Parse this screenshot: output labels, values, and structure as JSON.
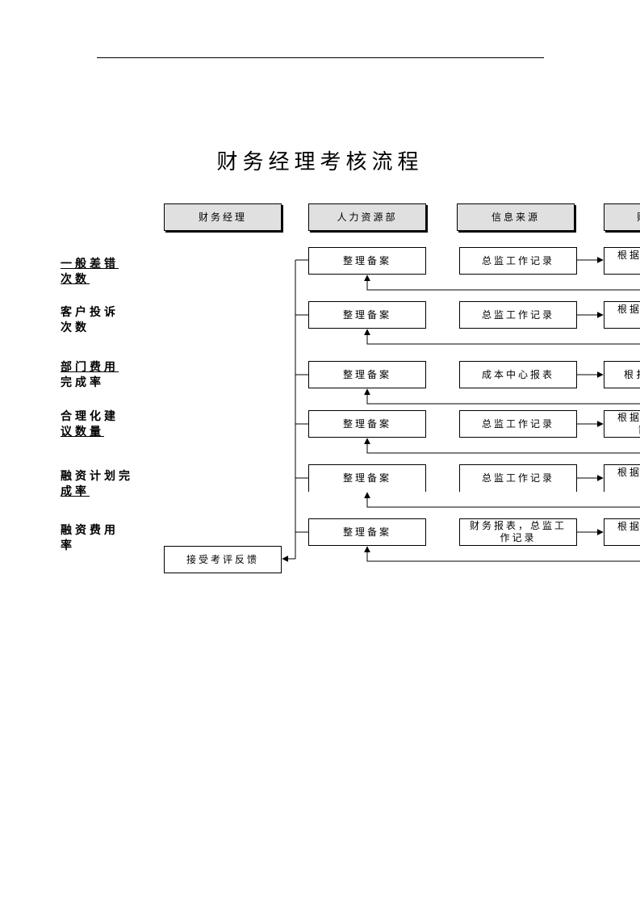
{
  "title": "财务经理考核流程",
  "headers": [
    "财务经理",
    "人力资源部",
    "信息来源",
    "财"
  ],
  "rows": [
    {
      "label_lines": [
        "一般差错",
        "次数"
      ],
      "underlined": true,
      "task": "整理备案",
      "source": "总监工作记录",
      "next": "根据"
    },
    {
      "label_lines": [
        "客户投诉",
        "次数"
      ],
      "underlined": false,
      "task": "整理备案",
      "source": "总监工作记录",
      "next": "根据"
    },
    {
      "label_lines": [
        "部门费用",
        "完成率"
      ],
      "underlined": false,
      "first_line_underlined": true,
      "task": "整理备案",
      "source": "成本中心报表",
      "next": "根扌"
    },
    {
      "label_lines": [
        "合理化建",
        "议数量"
      ],
      "underlined": true,
      "task": "整理备案",
      "source": "总监工作记录",
      "next": "根据"
    },
    {
      "label_lines": [
        "融资计划完",
        "成率"
      ],
      "underlined": false,
      "last_line_underlined": true,
      "task": "整理备案",
      "source": "总监工作记录",
      "next": "根据"
    },
    {
      "label_lines": [
        "融资费用",
        "率"
      ],
      "underlined": false,
      "task": "整理备案",
      "source": "财务报表，总监工作记录",
      "next": "根据"
    }
  ],
  "next_second_lines": [
    "",
    "",
    "",
    "箭",
    "",
    ""
  ],
  "feedback": "接受考评反馈"
}
